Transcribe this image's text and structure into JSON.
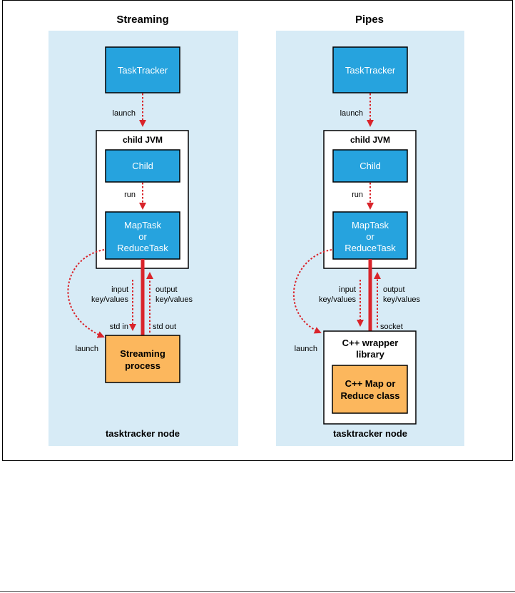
{
  "panels": [
    {
      "title": "Streaming",
      "tasktracker": "TaskTracker",
      "launch1": "launch",
      "jvm_label": "child JVM",
      "child": "Child",
      "run": "run",
      "maptask": [
        "MapTask",
        "or",
        "ReduceTask"
      ],
      "input_label": [
        "input",
        "key/values"
      ],
      "output_label": [
        "output",
        "key/values"
      ],
      "left_port": "std in",
      "right_port": "std out",
      "launch2": "launch",
      "bottom_box": [
        "Streaming",
        "process"
      ],
      "node_label": "tasktracker node"
    },
    {
      "title": "Pipes",
      "tasktracker": "TaskTracker",
      "launch1": "launch",
      "jvm_label": "child JVM",
      "child": "Child",
      "run": "run",
      "maptask": [
        "MapTask",
        "or",
        "ReduceTask"
      ],
      "input_label": [
        "input",
        "key/values"
      ],
      "output_label": [
        "output",
        "key/values"
      ],
      "right_port": "socket",
      "launch2": "launch",
      "wrapper_box": [
        "C++ wrapper",
        "library"
      ],
      "inner_box": [
        "C++ Map or",
        "Reduce class"
      ],
      "node_label": "tasktracker node"
    }
  ],
  "colors": {
    "panel_bg": "#d7ebf6",
    "blue_box": "#26a3de",
    "orange_box": "#fcb75d",
    "arrow_red": "#d9242b"
  }
}
